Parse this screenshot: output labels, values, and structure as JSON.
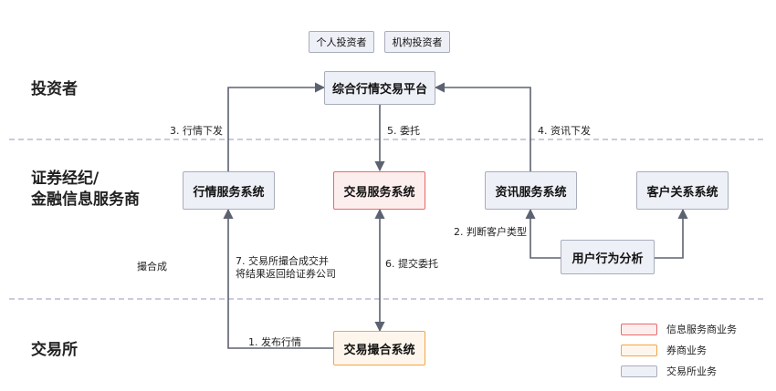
{
  "lanes": {
    "investor": "投资者",
    "broker_line1": "证券经纪/",
    "broker_line2": "金融信息服务商",
    "exchange": "交易所"
  },
  "tags": {
    "individual": "个人投资者",
    "institution": "机构投资者"
  },
  "nodes": {
    "platform": "综合行情交易平台",
    "market_service": "行情服务系统",
    "trade_service": "交易服务系统",
    "info_service": "资讯服务系统",
    "crm": "客户关系系统",
    "behavior": "用户行为分析",
    "matching": "交易撮合系统"
  },
  "edge_labels": {
    "e1": "1. 发布行情",
    "e2": "2. 判断客户类型",
    "e3": "3. 行情下发",
    "e4": "4. 资讯下发",
    "e5": "5. 委托",
    "e6": "6. 提交委托",
    "e7_line1": "7. 交易所撮合成交并",
    "e7_line2": "将结果返回给证券公司",
    "matched": "撮合成"
  },
  "legend": [
    {
      "label": "信息服务商业务",
      "fill": "#fdeeee",
      "stroke": "#e8686a"
    },
    {
      "label": "券商业务",
      "fill": "#fef6ec",
      "stroke": "#f5a445"
    },
    {
      "label": "交易所业务",
      "fill": "#eef0f7",
      "stroke": "#a9adbb"
    }
  ],
  "colors": {
    "edge": "#5c6270",
    "divider": "#a9adc8"
  }
}
